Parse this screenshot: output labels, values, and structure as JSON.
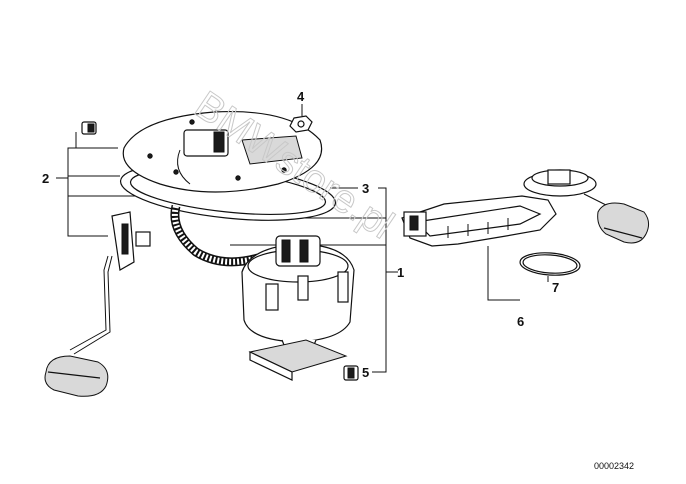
{
  "diagram": {
    "callouts": [
      "1",
      "2",
      "3",
      "4",
      "5",
      "6",
      "7"
    ],
    "diagram_id": "00002342",
    "watermark": "BMWstore.pl"
  }
}
